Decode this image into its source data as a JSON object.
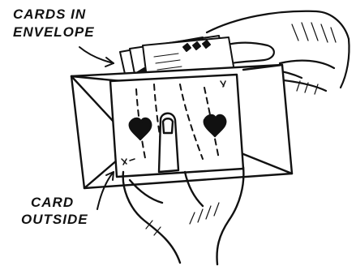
{
  "labels": {
    "cards_in_envelope_line1": "CARDS IN",
    "cards_in_envelope_line2": "ENVELOPE",
    "card_outside_line1": "CARD",
    "card_outside_line2": "OUTSIDE"
  },
  "colors": {
    "ink": "#111111",
    "paper": "#ffffff"
  }
}
